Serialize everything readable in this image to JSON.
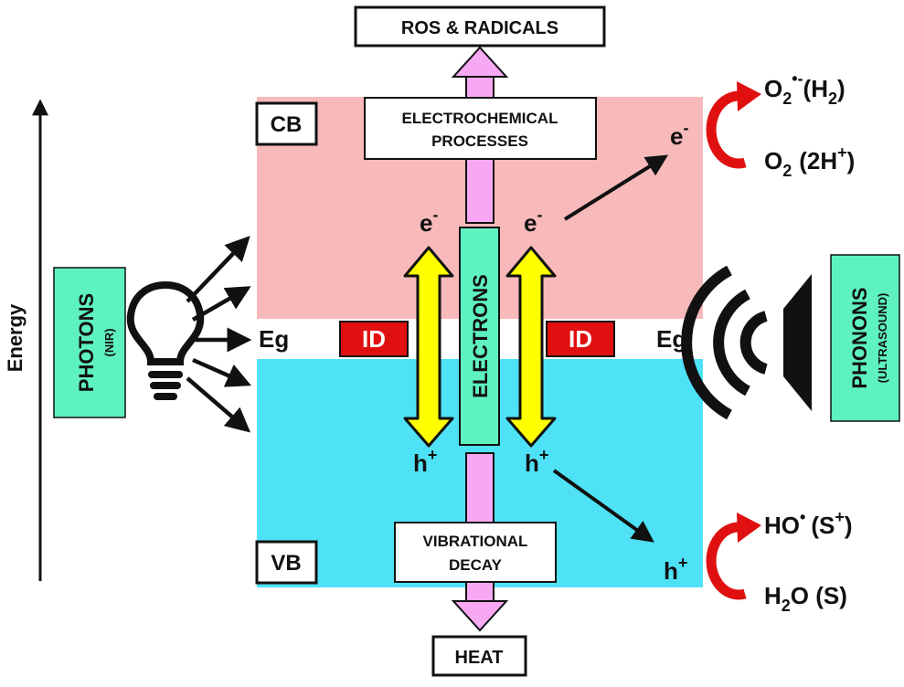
{
  "labels": {
    "ros": "ROS & RADICALS",
    "cb": "CB",
    "vb": "VB",
    "electrochem_line1": "ELECTROCHEMICAL",
    "electrochem_line2": "PROCESSES",
    "vibrational_line1": "VIBRATIONAL",
    "vibrational_line2": "DECAY",
    "heat": "HEAT",
    "energy": "Energy",
    "photons": "PHOTONS",
    "photons_sub": "(NIR)",
    "phonons": "PHONONS",
    "phonons_sub": "(ULTRASOUND)",
    "electrons": "ELECTRONS",
    "eg": "Eg",
    "id": "ID",
    "e_base": "e",
    "e_sup": "-",
    "h_base": "h",
    "h_sup": "+",
    "o2_radical": "O",
    "o2_radical_sub": "2",
    "o2_radical_sup": "•-",
    "o2_radical_paren": "(H",
    "o2_radical_paren_sub": "2",
    "o2_radical_paren_close": ")",
    "o2": "O",
    "o2_sub": "2",
    "o2_paren": "(2H",
    "o2_paren_sup": "+",
    "o2_paren_close": ")",
    "ho": "HO",
    "ho_sup": "•",
    "ho_paren": "(S",
    "ho_paren_sup": "+",
    "ho_paren_close": ")",
    "h2o": "H",
    "h2o_sub": "2",
    "h2o_rest": "O (S)"
  },
  "colors": {
    "conduction_band": "#f7b9b9",
    "valence_band": "#4fe2f7",
    "defect": "#e01010",
    "excitation_arrow": "#ffff00",
    "process_arrow": "#f7a8f2",
    "label_green": "#5ef2c0",
    "reaction_arrow": "#e01010"
  },
  "icons": [
    "lightbulb-icon",
    "speaker-icon"
  ]
}
